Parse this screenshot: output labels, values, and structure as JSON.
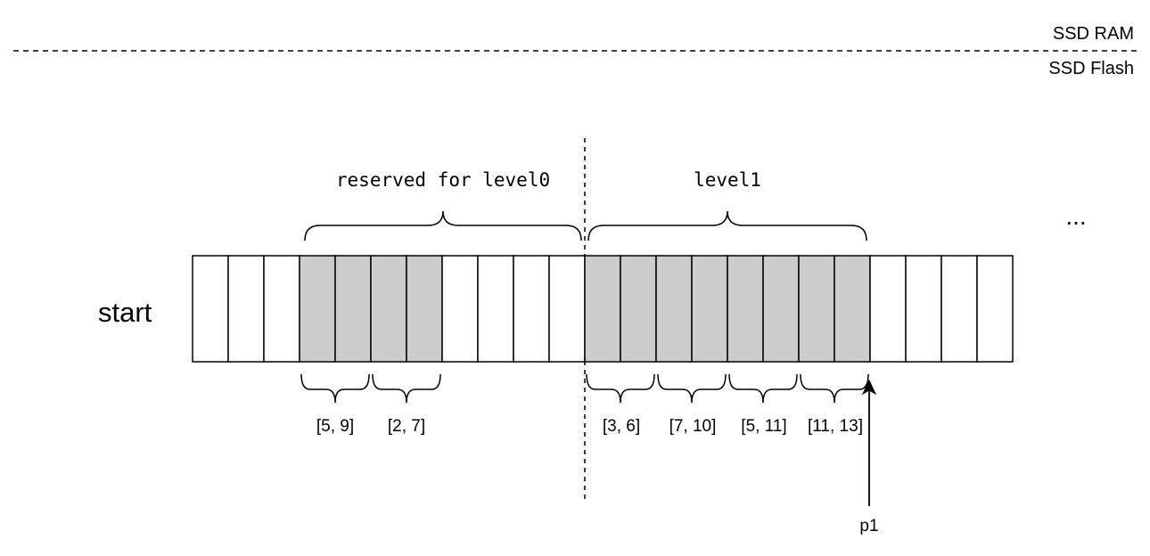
{
  "layers": {
    "ram_label": "SSD RAM",
    "flash_label": "SSD Flash"
  },
  "row": {
    "label": "start",
    "cell_count": 23,
    "shaded_cells": [
      3,
      4,
      5,
      6,
      11,
      12,
      13,
      14,
      15,
      16,
      17,
      18
    ],
    "colors": {
      "shaded": "#cccccc",
      "empty": "#ffffff",
      "stroke": "#000000"
    }
  },
  "regions": {
    "level0_label": "reserved for level0",
    "level1_label": "level1",
    "more_label": "..."
  },
  "ranges": {
    "level0": [
      "[5, 9]",
      "[2, 7]"
    ],
    "level1": [
      "[3, 6]",
      "[7, 10]",
      "[5, 11]",
      "[11, 13]"
    ]
  },
  "pointer": {
    "label": "p1"
  }
}
